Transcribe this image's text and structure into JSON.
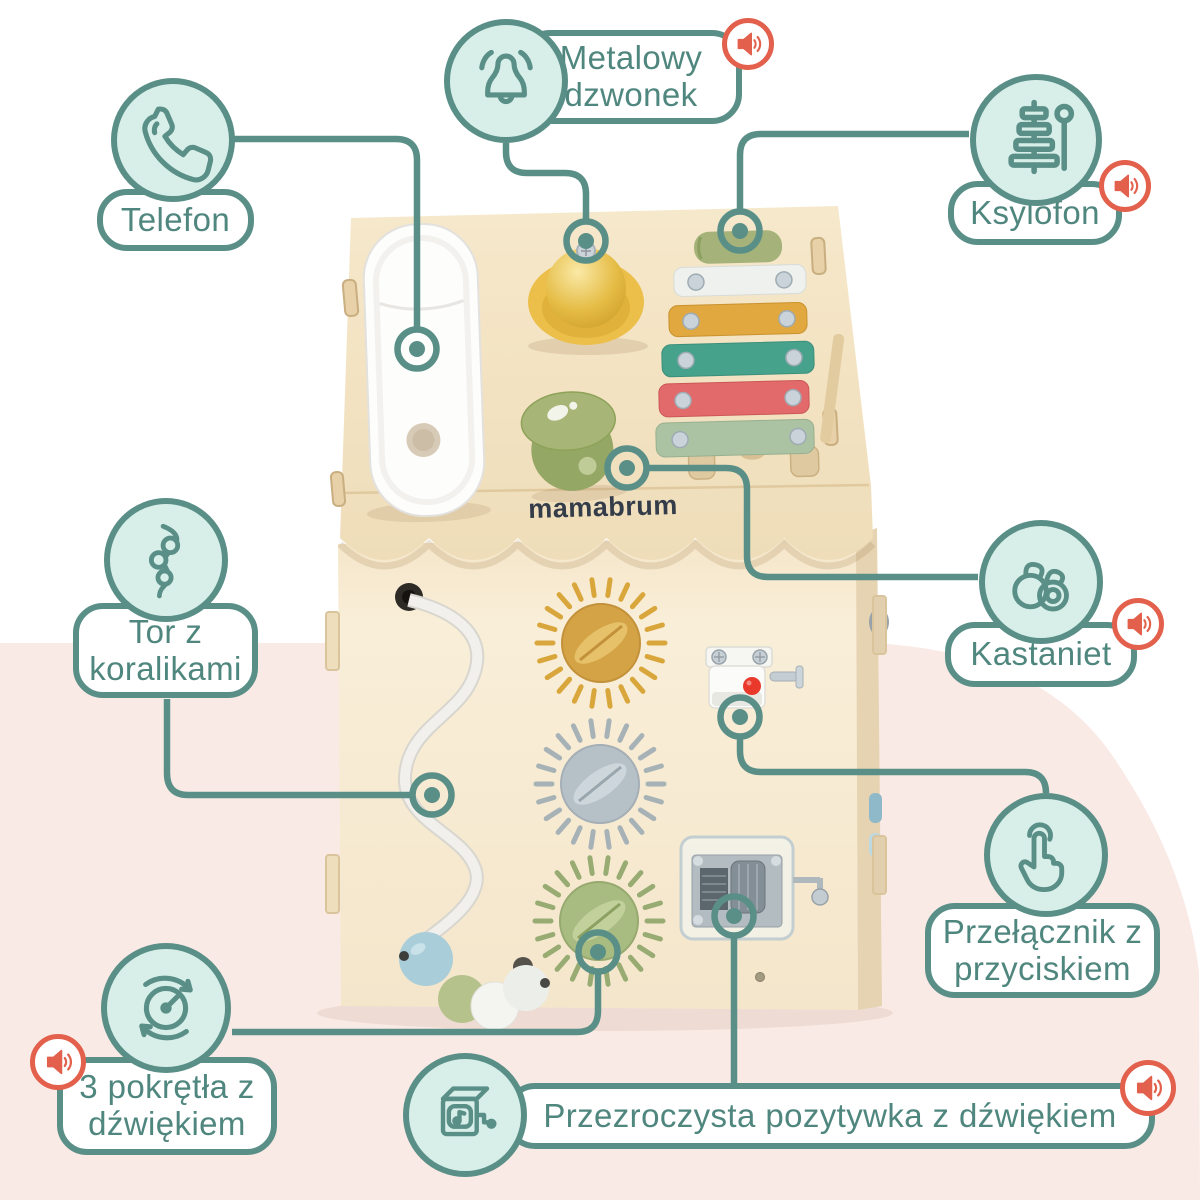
{
  "brand": {
    "logo_text": "mamabrum"
  },
  "colors": {
    "teal_line": "#5a8f88",
    "teal_text": "#4f867e",
    "teal_fill": "#d8efe9",
    "coral_sound": "#e2604c",
    "pink_background": "#faeae5",
    "wood_roof": "#f3e3c4",
    "wood_front": "#f8ecd5",
    "logo_navy": "#343b49"
  },
  "callouts": {
    "telefon": {
      "label": "Telefon",
      "icon": "phone-icon",
      "sound_badge": false
    },
    "dzwonek": {
      "line1": "Metalowy",
      "line2": "dzwonek",
      "icon": "bell-icon",
      "sound_badge": true
    },
    "ksylofon": {
      "label": "Ksylofon",
      "icon": "xylophone-icon",
      "sound_badge": true
    },
    "koraliki": {
      "line1": "Tor z",
      "line2": "koralikami",
      "icon": "bead-track-icon",
      "sound_badge": false
    },
    "kastaniet": {
      "label": "Kastaniet",
      "icon": "castanet-icon",
      "sound_badge": true
    },
    "przelacznik": {
      "line1": "Przełącznik z",
      "line2": "przyciskiem",
      "icon": "press-button-icon",
      "sound_badge": false
    },
    "pokretla": {
      "line1": "3 pokrętła z",
      "line2": "dźwiękiem",
      "icon": "knob-icon",
      "sound_badge": true
    },
    "pozytywka": {
      "label": "Przezroczysta pozytywka z dźwiękiem",
      "icon": "music-box-icon",
      "sound_badge": true
    }
  }
}
